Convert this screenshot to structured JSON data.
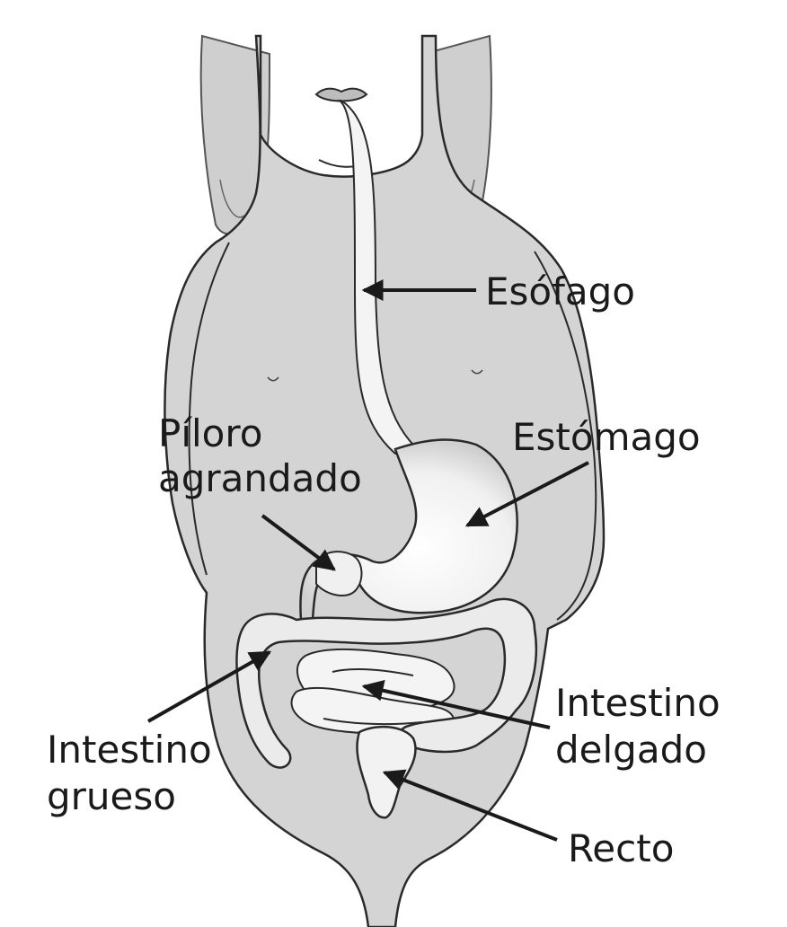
{
  "labels": {
    "esofago": "Esófago",
    "estomago": "Estómago",
    "piloro_line1": "Píloro",
    "piloro_line2": "agrandado",
    "int_grueso_line1": "Intestino",
    "int_grueso_line2": "grueso",
    "int_delgado_line1": "Intestino",
    "int_delgado_line2": "delgado",
    "recto": "Recto"
  },
  "colors": {
    "body_fill": "#d4d4d4",
    "outline": "#2a2a2a",
    "organ_fill": "#f2f2f2",
    "arrow": "#1a1a1a"
  }
}
